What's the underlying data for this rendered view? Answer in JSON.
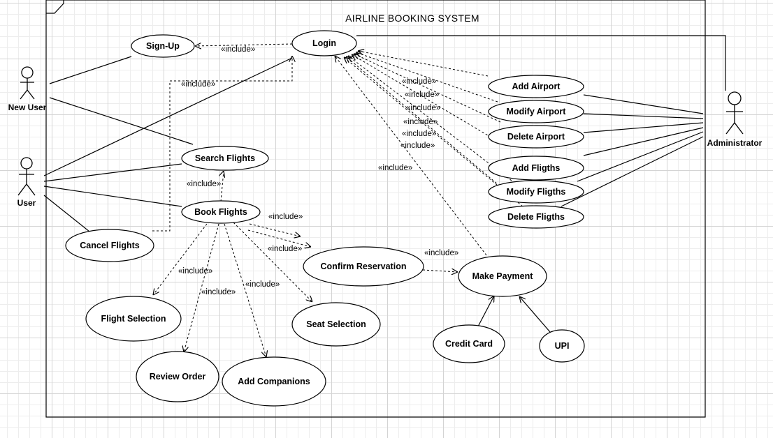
{
  "diagram": {
    "title": "AIRLINE BOOKING SYSTEM",
    "actors": {
      "new_user": "New User",
      "user": "User",
      "administrator": "Administrator"
    },
    "use_cases": {
      "signup": "Sign-Up",
      "login": "Login",
      "search_flights": "Search Flights",
      "book_flights": "Book Flights",
      "cancel_flights": "Cancel Flights",
      "confirm_reservation": "Confirm Reservation",
      "make_payment": "Make Payment",
      "flight_selection": "Flight Selection",
      "review_order": "Review Order",
      "add_companions": "Add Companions",
      "seat_selection": "Seat Selection",
      "credit_card": "Credit Card",
      "upi": "UPI",
      "add_airport": "Add Airport",
      "modify_airport": "Modify Airport",
      "delete_airport": "Delete Airport",
      "add_flights": "Add Fligths",
      "modify_flights": "Modify Fligths",
      "delete_flights": "Delete Fligths"
    },
    "include_label": "«include»"
  }
}
